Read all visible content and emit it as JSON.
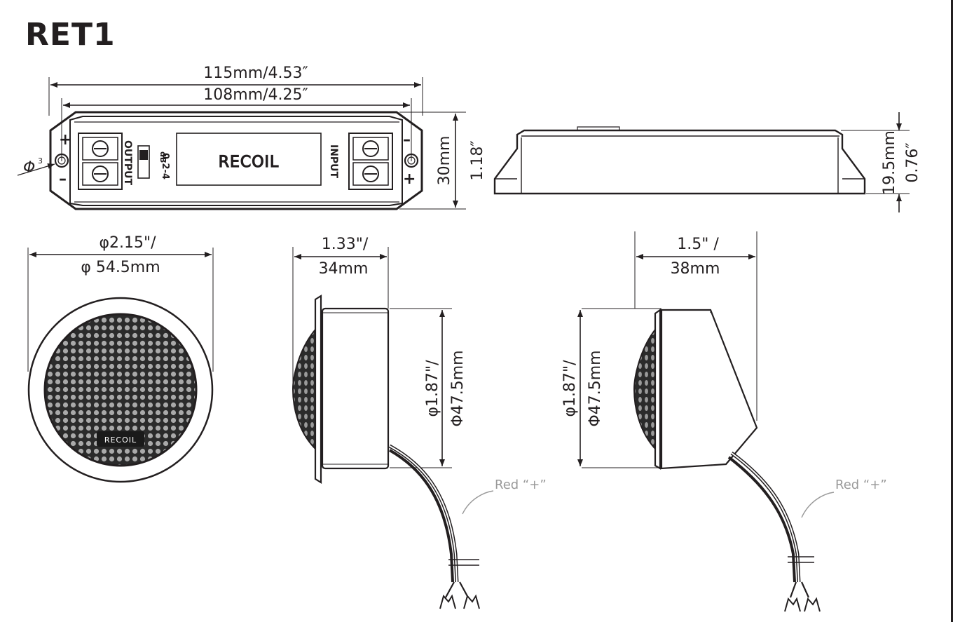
{
  "title": "RET1",
  "brand": "RECOIL",
  "top_view": {
    "overall_length": "115mm/4.53″",
    "mount_length": "108mm/4.25″",
    "height_mm": "30mm",
    "height_in": "1.18″",
    "hole_label": "Φ",
    "hole_sup": "3",
    "output_label": "OUTPUT",
    "input_label": "INPUT",
    "switch_label": "0-2-4",
    "switch_unit": "dB",
    "plus": "+",
    "minus": "–"
  },
  "side_view": {
    "height_mm": "19.5mm",
    "height_in": "0.76″"
  },
  "front_view": {
    "dia_in": "φ2.15\"/",
    "dia_mm": "φ 54.5mm"
  },
  "flush_view": {
    "depth_in": "1.33\"/",
    "depth_mm": "34mm",
    "dia_in": "φ1.87\"/",
    "dia_mm": "Φ47.5mm",
    "wire_label": "Red “+”"
  },
  "angled_view": {
    "depth_in": "1.5\" /",
    "depth_mm": "38mm",
    "dia_in": "φ1.87\"/",
    "dia_mm": "Φ47.5mm",
    "wire_label": "Red “+”"
  }
}
